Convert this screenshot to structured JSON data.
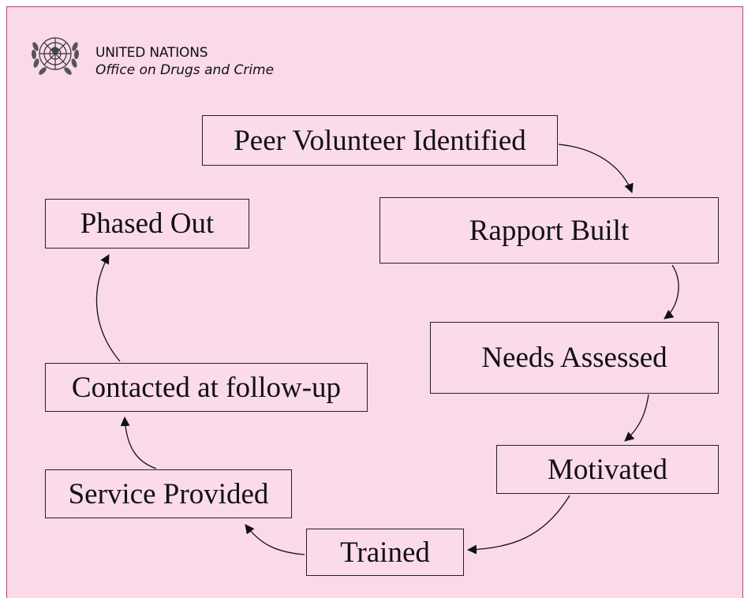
{
  "header": {
    "org_name": "UNITED NATIONS",
    "office_name": "Office on Drugs and Crime"
  },
  "cycle": {
    "steps": [
      "Peer Volunteer Identified",
      "Rapport Built",
      "Needs Assessed",
      "Motivated",
      "Trained",
      "Service Provided",
      "Contacted at follow-up",
      "Phased Out"
    ]
  },
  "colors": {
    "background": "#fad9e8",
    "border_accent": "#c23a8a",
    "box_border": "#222222",
    "text": "#111111"
  }
}
